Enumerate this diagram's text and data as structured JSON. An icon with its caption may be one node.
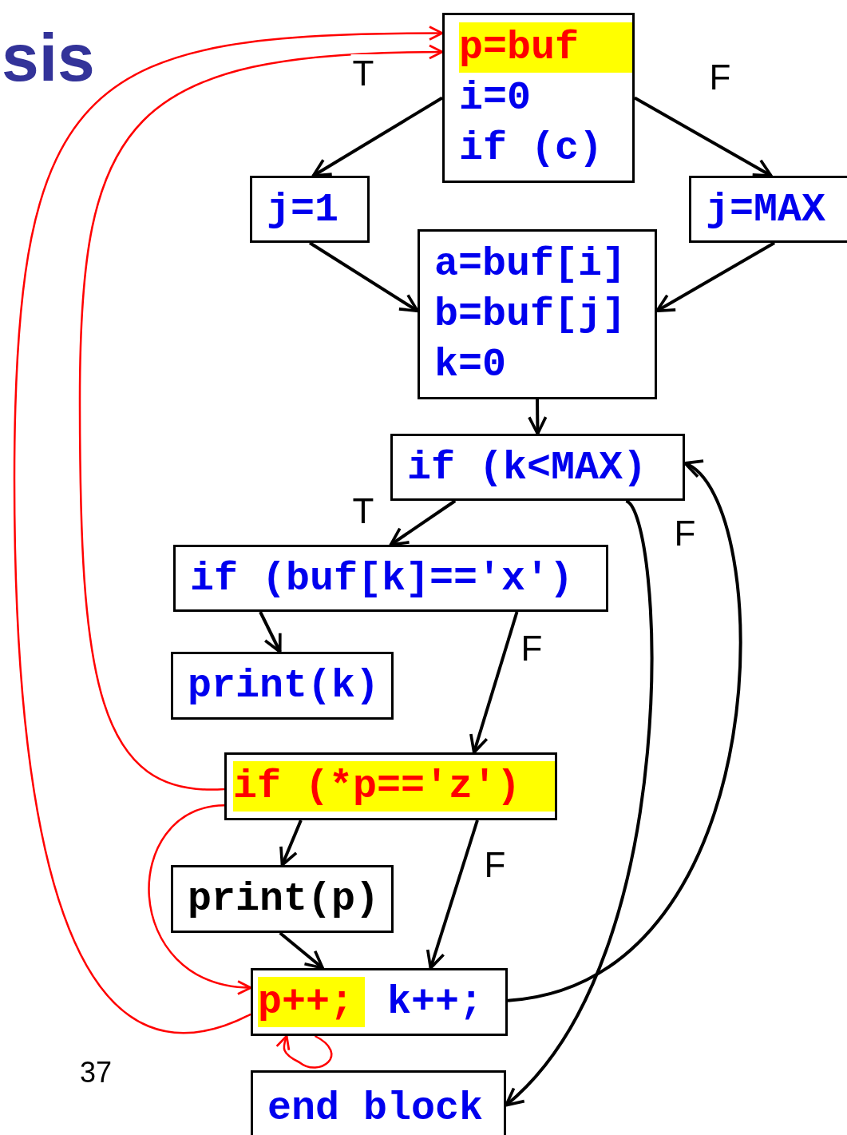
{
  "diagram": {
    "title": "sis",
    "nodes": [
      {
        "text": [
          "p=buf",
          "i=0",
          "if (c)"
        ]
      },
      {
        "text": [
          "j=1"
        ]
      },
      {
        "text": [
          "j=MAX"
        ]
      },
      {
        "text": [
          "a=buf[i]",
          "b=buf[j]",
          "k=0"
        ]
      },
      {
        "text": [
          "if (k<MAX)"
        ]
      },
      {
        "text": [
          "if (buf[k]=='x')"
        ]
      },
      {
        "text": [
          "print(k)"
        ]
      },
      {
        "text": [
          "if (*p=='z')"
        ]
      },
      {
        "text": [
          "print(p)"
        ]
      },
      {
        "text": [
          "p++;",
          "k++;"
        ]
      },
      {
        "text": [
          "end block"
        ]
      }
    ],
    "edges": [
      {
        "from": 0,
        "to": 1,
        "arrow": "to",
        "label": "T"
      },
      {
        "from": 0,
        "to": 2,
        "arrow": "to",
        "label": "F"
      },
      {
        "from": 1,
        "to": 3,
        "arrow": "to"
      },
      {
        "from": 2,
        "to": 3,
        "arrow": "to"
      },
      {
        "from": 3,
        "to": 4,
        "arrow": "to"
      },
      {
        "from": 4,
        "to": 5,
        "arrow": "to",
        "label": "T"
      },
      {
        "from": 4,
        "to": 10,
        "arrow": "to",
        "label": "F"
      },
      {
        "from": 5,
        "to": 6,
        "arrow": "to"
      },
      {
        "from": 5,
        "to": 7,
        "arrow": "to",
        "label": "F"
      },
      {
        "from": 7,
        "to": 8,
        "arrow": "to"
      },
      {
        "from": 7,
        "to": 9,
        "arrow": "to",
        "label": "F"
      },
      {
        "from": 8,
        "to": 9,
        "arrow": "to"
      },
      {
        "from": 9,
        "to": 4,
        "arrow": "to"
      },
      {
        "from": 7,
        "to": 0,
        "arrow": "to",
        "color": "#ff0000"
      },
      {
        "from": 9,
        "to": 0,
        "arrow": "to",
        "color": "#ff0000"
      },
      {
        "from": 7,
        "to": 9,
        "arrow": "to",
        "color": "#ff0000"
      },
      {
        "from": 9,
        "to": 9,
        "arrow": "to",
        "color": "#ff0000"
      }
    ],
    "labels": [
      "37"
    ]
  }
}
